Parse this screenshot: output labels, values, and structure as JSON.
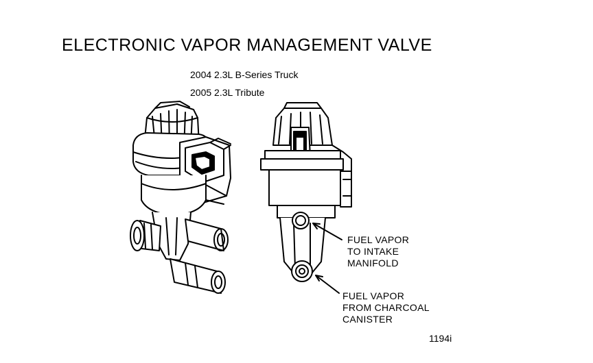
{
  "title": "ELECTRONIC VAPOR MANAGEMENT VALVE",
  "applications": [
    "2004 2.3L B-Series Truck",
    "2005 2.3L Tribute"
  ],
  "callouts": [
    {
      "lines": [
        "FUEL VAPOR",
        "TO INTAKE",
        "MANIFOLD"
      ]
    },
    {
      "lines": [
        "FUEL VAPOR",
        "FROM CHARCOAL",
        "CANISTER"
      ]
    }
  ],
  "figure_number": "1194i",
  "colors": {
    "ink": "#000000",
    "paper": "#ffffff"
  }
}
